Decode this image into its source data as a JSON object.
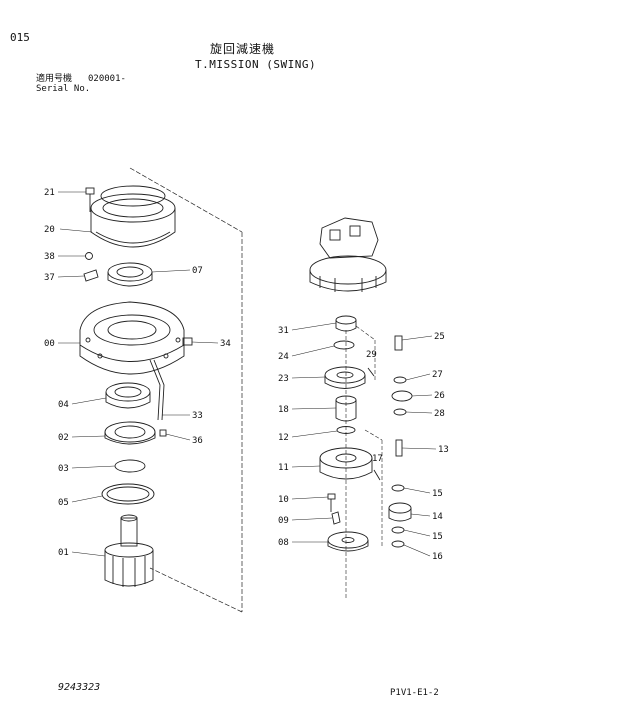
{
  "header": {
    "page_number": "015",
    "title_jp": "旋回減速機",
    "title_en": "T.MISSION (SWING)",
    "serial_label_jp": "適用号機",
    "serial_code": "020001-",
    "serial_label_en": "Serial No."
  },
  "footer": {
    "drawing_number": "9243323",
    "page_ref": "P1V1-E1-2"
  },
  "callouts": [
    {
      "id": "c21",
      "text": "21"
    },
    {
      "id": "c20",
      "text": "20"
    },
    {
      "id": "c38",
      "text": "38"
    },
    {
      "id": "c37",
      "text": "37"
    },
    {
      "id": "c07",
      "text": "07"
    },
    {
      "id": "c00",
      "text": "00"
    },
    {
      "id": "c34",
      "text": "34"
    },
    {
      "id": "c04",
      "text": "04"
    },
    {
      "id": "c33",
      "text": "33"
    },
    {
      "id": "c02",
      "text": "02"
    },
    {
      "id": "c36",
      "text": "36"
    },
    {
      "id": "c03",
      "text": "03"
    },
    {
      "id": "c05",
      "text": "05"
    },
    {
      "id": "c01",
      "text": "01"
    },
    {
      "id": "c31",
      "text": "31"
    },
    {
      "id": "c25",
      "text": "25"
    },
    {
      "id": "c24",
      "text": "24"
    },
    {
      "id": "c29",
      "text": "29"
    },
    {
      "id": "c23",
      "text": "23"
    },
    {
      "id": "c27",
      "text": "27"
    },
    {
      "id": "c26",
      "text": "26"
    },
    {
      "id": "c28",
      "text": "28"
    },
    {
      "id": "c18",
      "text": "18"
    },
    {
      "id": "c12",
      "text": "12"
    },
    {
      "id": "c13",
      "text": "13"
    },
    {
      "id": "c17",
      "text": "17"
    },
    {
      "id": "c11",
      "text": "11"
    },
    {
      "id": "c15a",
      "text": "15"
    },
    {
      "id": "c10",
      "text": "10"
    },
    {
      "id": "c14",
      "text": "14"
    },
    {
      "id": "c09",
      "text": "09"
    },
    {
      "id": "c15b",
      "text": "15"
    },
    {
      "id": "c08",
      "text": "08"
    },
    {
      "id": "c16",
      "text": "16"
    }
  ]
}
